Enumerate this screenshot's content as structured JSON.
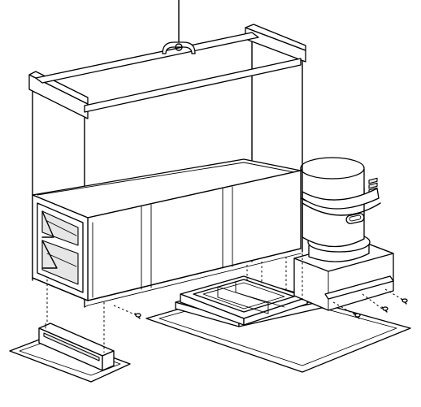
{
  "figure": {
    "kind": "exploded-installation-diagram",
    "style": "black line art on white",
    "parts": [
      "lifting-hook",
      "suspension-rod",
      "support-frame",
      "air-handling-unit",
      "intake-plenum",
      "wheel-cover",
      "exhaust-fan",
      "curb-adapter",
      "roof-curb-left",
      "roof-curb-right",
      "mounting-screws"
    ]
  }
}
